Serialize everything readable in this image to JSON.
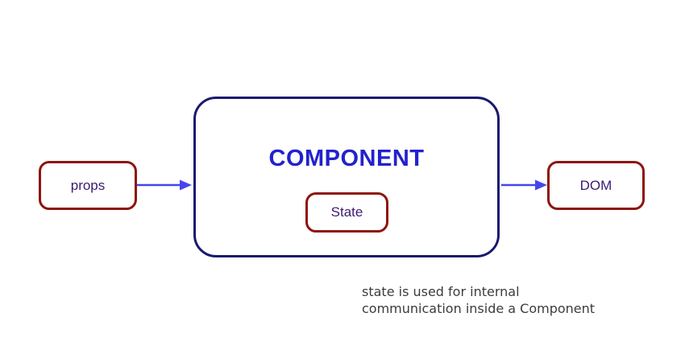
{
  "diagram": {
    "nodes": {
      "props": {
        "label": "props"
      },
      "component": {
        "label": "COMPONENT"
      },
      "state": {
        "label": "State"
      },
      "dom": {
        "label": "DOM"
      }
    },
    "arrows": [
      {
        "name": "props-to-component",
        "direction": "right"
      },
      {
        "name": "component-to-dom",
        "direction": "right"
      }
    ],
    "caption": {
      "line1": "state is used for internal",
      "line2": "communication inside a Component"
    }
  },
  "colors": {
    "background": "#ffffff",
    "node-border-red": "#8e140c",
    "component-border-navy": "#191970",
    "component-title-blue": "#2222cc",
    "label-purple": "#3d1a70",
    "arrow-blue": "#4646ee",
    "caption-gray": "#3c3c3c"
  }
}
